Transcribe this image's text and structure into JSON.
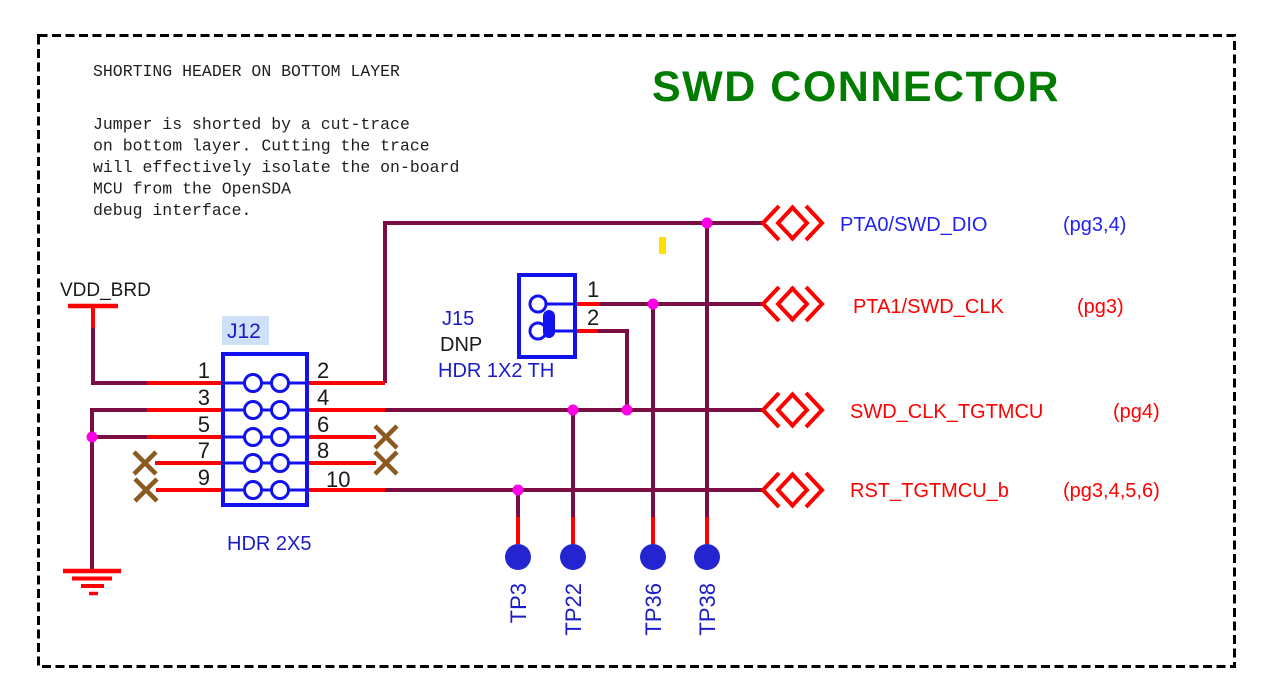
{
  "page": {
    "title": "SWD CONNECTOR",
    "note_heading": "SHORTING HEADER ON BOTTOM LAYER",
    "note_lines": [
      "Jumper is shorted by a cut-trace",
      "on bottom layer. Cutting the trace",
      "will effectively isolate the on-board",
      "MCU from the OpenSDA",
      "debug interface."
    ]
  },
  "colors": {
    "title": "#007C00",
    "wire_maroon": "#7A0E42",
    "stub_red": "#FF0000",
    "junction_magenta": "#FF00E6",
    "component_blue": "#1212EE",
    "component_text_blue": "#1B1BC8",
    "testpoint_fill": "#2424D0",
    "no_connect_brown": "#8A5A20",
    "refdes_highlight": "#CFE1F8",
    "marker_yellow": "#FFDF00",
    "net_blue": "#2222EE",
    "net_red": "#FF0000"
  },
  "power": {
    "vdd_label": "VDD_BRD"
  },
  "j12": {
    "ref": "J12",
    "part": "HDR 2X5",
    "left_pins": [
      "1",
      "3",
      "5",
      "7",
      "9"
    ],
    "right_pins": [
      "2",
      "4",
      "6",
      "8",
      "10"
    ]
  },
  "j15": {
    "ref": "J15",
    "dnp": "DNP",
    "part": "HDR 1X2 TH",
    "pin1": "1",
    "pin2": "2"
  },
  "signals": [
    {
      "name": "PTA0/SWD_DIO",
      "pages": "(pg3,4)",
      "color": "#2222EE"
    },
    {
      "name": "PTA1/SWD_CLK",
      "pages": "(pg3)",
      "color": "#FF0000"
    },
    {
      "name": "SWD_CLK_TGTMCU",
      "pages": "(pg4)",
      "color": "#FF0000"
    },
    {
      "name": "RST_TGTMCU_b",
      "pages": "(pg3,4,5,6)",
      "color": "#FF0000"
    }
  ],
  "test_points": [
    {
      "label": "TP3"
    },
    {
      "label": "TP22"
    },
    {
      "label": "TP36"
    },
    {
      "label": "TP38"
    }
  ]
}
